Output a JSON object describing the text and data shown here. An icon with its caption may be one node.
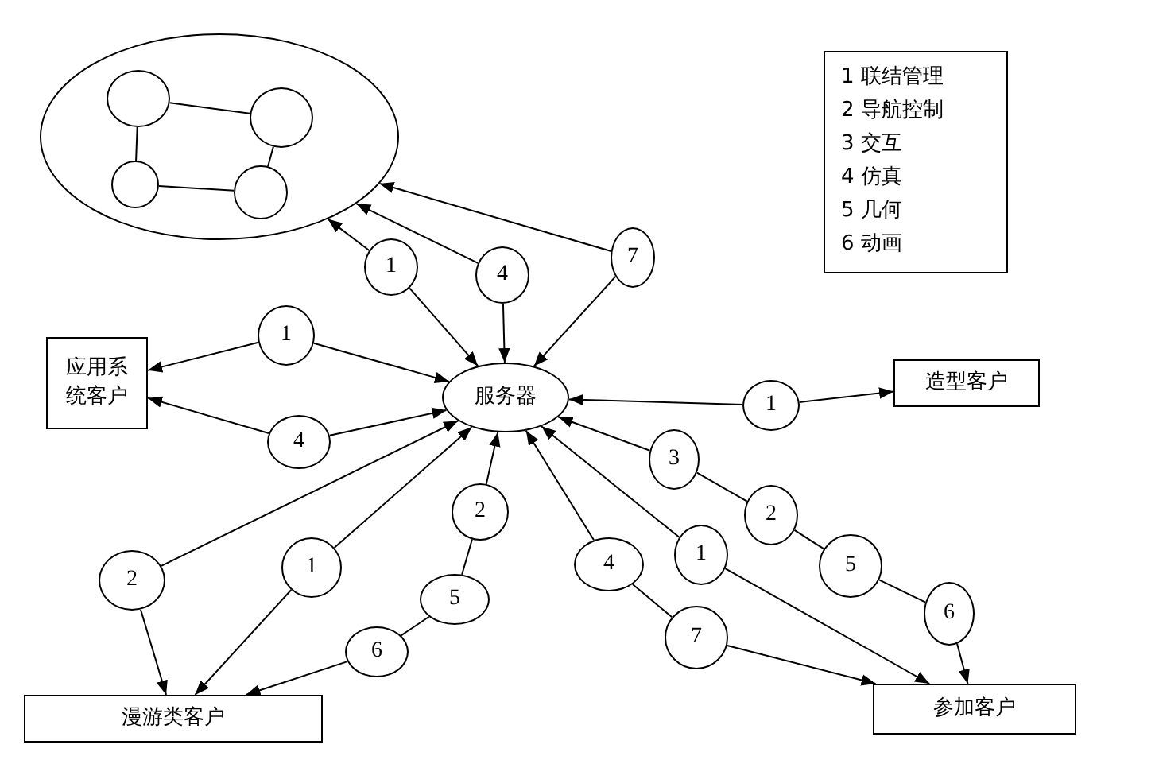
{
  "diagram": {
    "nodes": [
      {
        "text": [],
        "shape": "ellipse"
      },
      {
        "text": [],
        "shape": "circle",
        "in": 0
      },
      {
        "text": [],
        "shape": "circle",
        "in": 0
      },
      {
        "text": [],
        "shape": "circle",
        "in": 0
      },
      {
        "text": [],
        "shape": "circle",
        "in": 0
      },
      {
        "text": [
          "服务器"
        ]
      },
      {
        "text": [
          "应用系统客户"
        ]
      },
      {
        "text": [
          "造型客户"
        ]
      },
      {
        "text": [
          "漫游类客户"
        ]
      },
      {
        "text": [
          "参加客户"
        ]
      },
      {
        "text": [
          "1 联结管理",
          "2 导航控制",
          "3 交互",
          "4 仿真",
          "5 几何",
          "6 动画"
        ]
      },
      {
        "text": [
          "1"
        ]
      },
      {
        "text": [
          "4"
        ]
      },
      {
        "text": [
          "7"
        ]
      },
      {
        "text": [
          "1"
        ]
      },
      {
        "text": [
          "4"
        ]
      },
      {
        "text": [
          "1"
        ]
      },
      {
        "text": [
          "2"
        ]
      },
      {
        "text": [
          "1"
        ]
      },
      {
        "text": [
          "2"
        ]
      },
      {
        "text": [
          "5"
        ]
      },
      {
        "text": [
          "6"
        ]
      },
      {
        "text": [
          "3"
        ]
      },
      {
        "text": [
          "2"
        ]
      },
      {
        "text": [
          "5"
        ]
      },
      {
        "text": [
          "6"
        ]
      },
      {
        "text": [
          "4"
        ]
      },
      {
        "text": [
          "7"
        ]
      },
      {
        "text": [
          "1"
        ]
      }
    ],
    "edges": [
      {
        "from": 1,
        "to": 2,
        "arrow": "none"
      },
      {
        "from": 1,
        "to": 3,
        "arrow": "none"
      },
      {
        "from": 3,
        "to": 4,
        "arrow": "none"
      },
      {
        "from": 2,
        "to": 4,
        "arrow": "none"
      },
      {
        "from": 11,
        "to": 0,
        "arrow": "to"
      },
      {
        "from": 11,
        "to": 5,
        "arrow": "to"
      },
      {
        "from": 12,
        "to": 0,
        "arrow": "to"
      },
      {
        "from": 12,
        "to": 5,
        "arrow": "to"
      },
      {
        "from": 13,
        "to": 0,
        "arrow": "to"
      },
      {
        "from": 13,
        "to": 5,
        "arrow": "to"
      },
      {
        "from": 14,
        "to": 6,
        "arrow": "to"
      },
      {
        "from": 14,
        "to": 5,
        "arrow": "to"
      },
      {
        "from": 15,
        "to": 6,
        "arrow": "to"
      },
      {
        "from": 15,
        "to": 5,
        "arrow": "to"
      },
      {
        "from": 16,
        "to": 5,
        "arrow": "to"
      },
      {
        "from": 16,
        "to": 7,
        "arrow": "to"
      },
      {
        "from": 17,
        "to": 8,
        "arrow": "to"
      },
      {
        "from": 17,
        "to": 5,
        "arrow": "to"
      },
      {
        "from": 18,
        "to": 8,
        "arrow": "to"
      },
      {
        "from": 18,
        "to": 5,
        "arrow": "to"
      },
      {
        "from": 19,
        "to": 5,
        "arrow": "to"
      },
      {
        "from": 19,
        "to": 20,
        "arrow": "none"
      },
      {
        "from": 20,
        "to": 21,
        "arrow": "none"
      },
      {
        "from": 21,
        "to": 8,
        "arrow": "to"
      },
      {
        "from": 22,
        "to": 5,
        "arrow": "to"
      },
      {
        "from": 22,
        "to": 23,
        "arrow": "none"
      },
      {
        "from": 23,
        "to": 24,
        "arrow": "none"
      },
      {
        "from": 24,
        "to": 25,
        "arrow": "none"
      },
      {
        "from": 25,
        "to": 9,
        "arrow": "to"
      },
      {
        "from": 26,
        "to": 5,
        "arrow": "to"
      },
      {
        "from": 26,
        "to": 27,
        "arrow": "none"
      },
      {
        "from": 27,
        "to": 9,
        "arrow": "to"
      },
      {
        "from": 28,
        "to": 5,
        "arrow": "to"
      },
      {
        "from": 28,
        "to": 9,
        "arrow": "to"
      }
    ]
  }
}
